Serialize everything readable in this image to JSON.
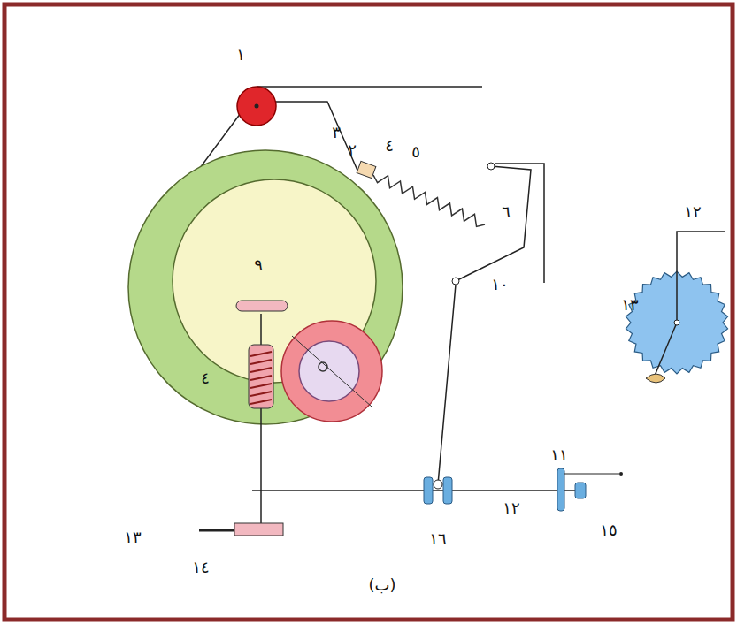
{
  "diagram": {
    "labels": [
      "١",
      "٣",
      "٢",
      "٤",
      "٥",
      "٦",
      "٩",
      "١٠",
      "١٢",
      "١٣",
      "٤",
      "١١",
      "١٢",
      "١٥",
      "١٣",
      "١٤",
      "١٦",
      "(ب)"
    ]
  }
}
